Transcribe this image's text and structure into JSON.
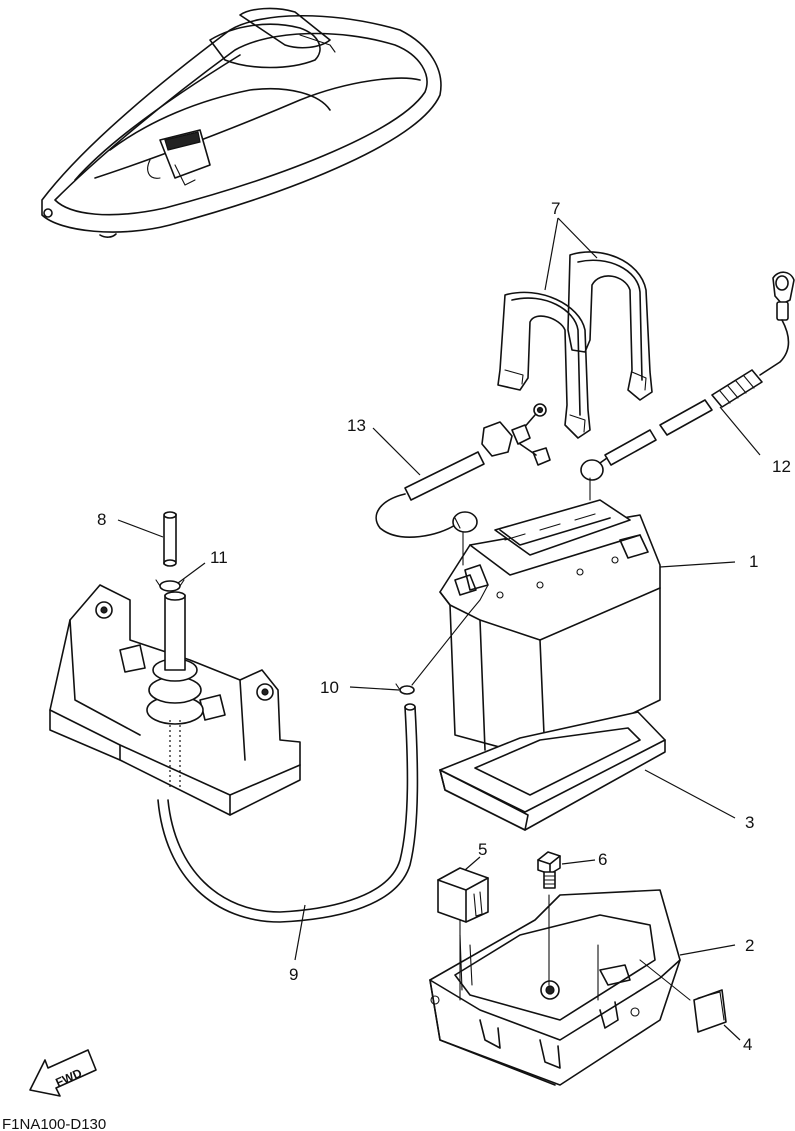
{
  "diagram": {
    "code": "F1NA100-D130",
    "fwd_label": "FWD",
    "part_numbers": {
      "p1": "1",
      "p2": "2",
      "p3": "3",
      "p4": "4",
      "p5": "5",
      "p6": "6",
      "p7": "7",
      "p8": "8",
      "p9": "9",
      "p10": "10",
      "p11": "11",
      "p12": "12",
      "p13": "13"
    }
  }
}
